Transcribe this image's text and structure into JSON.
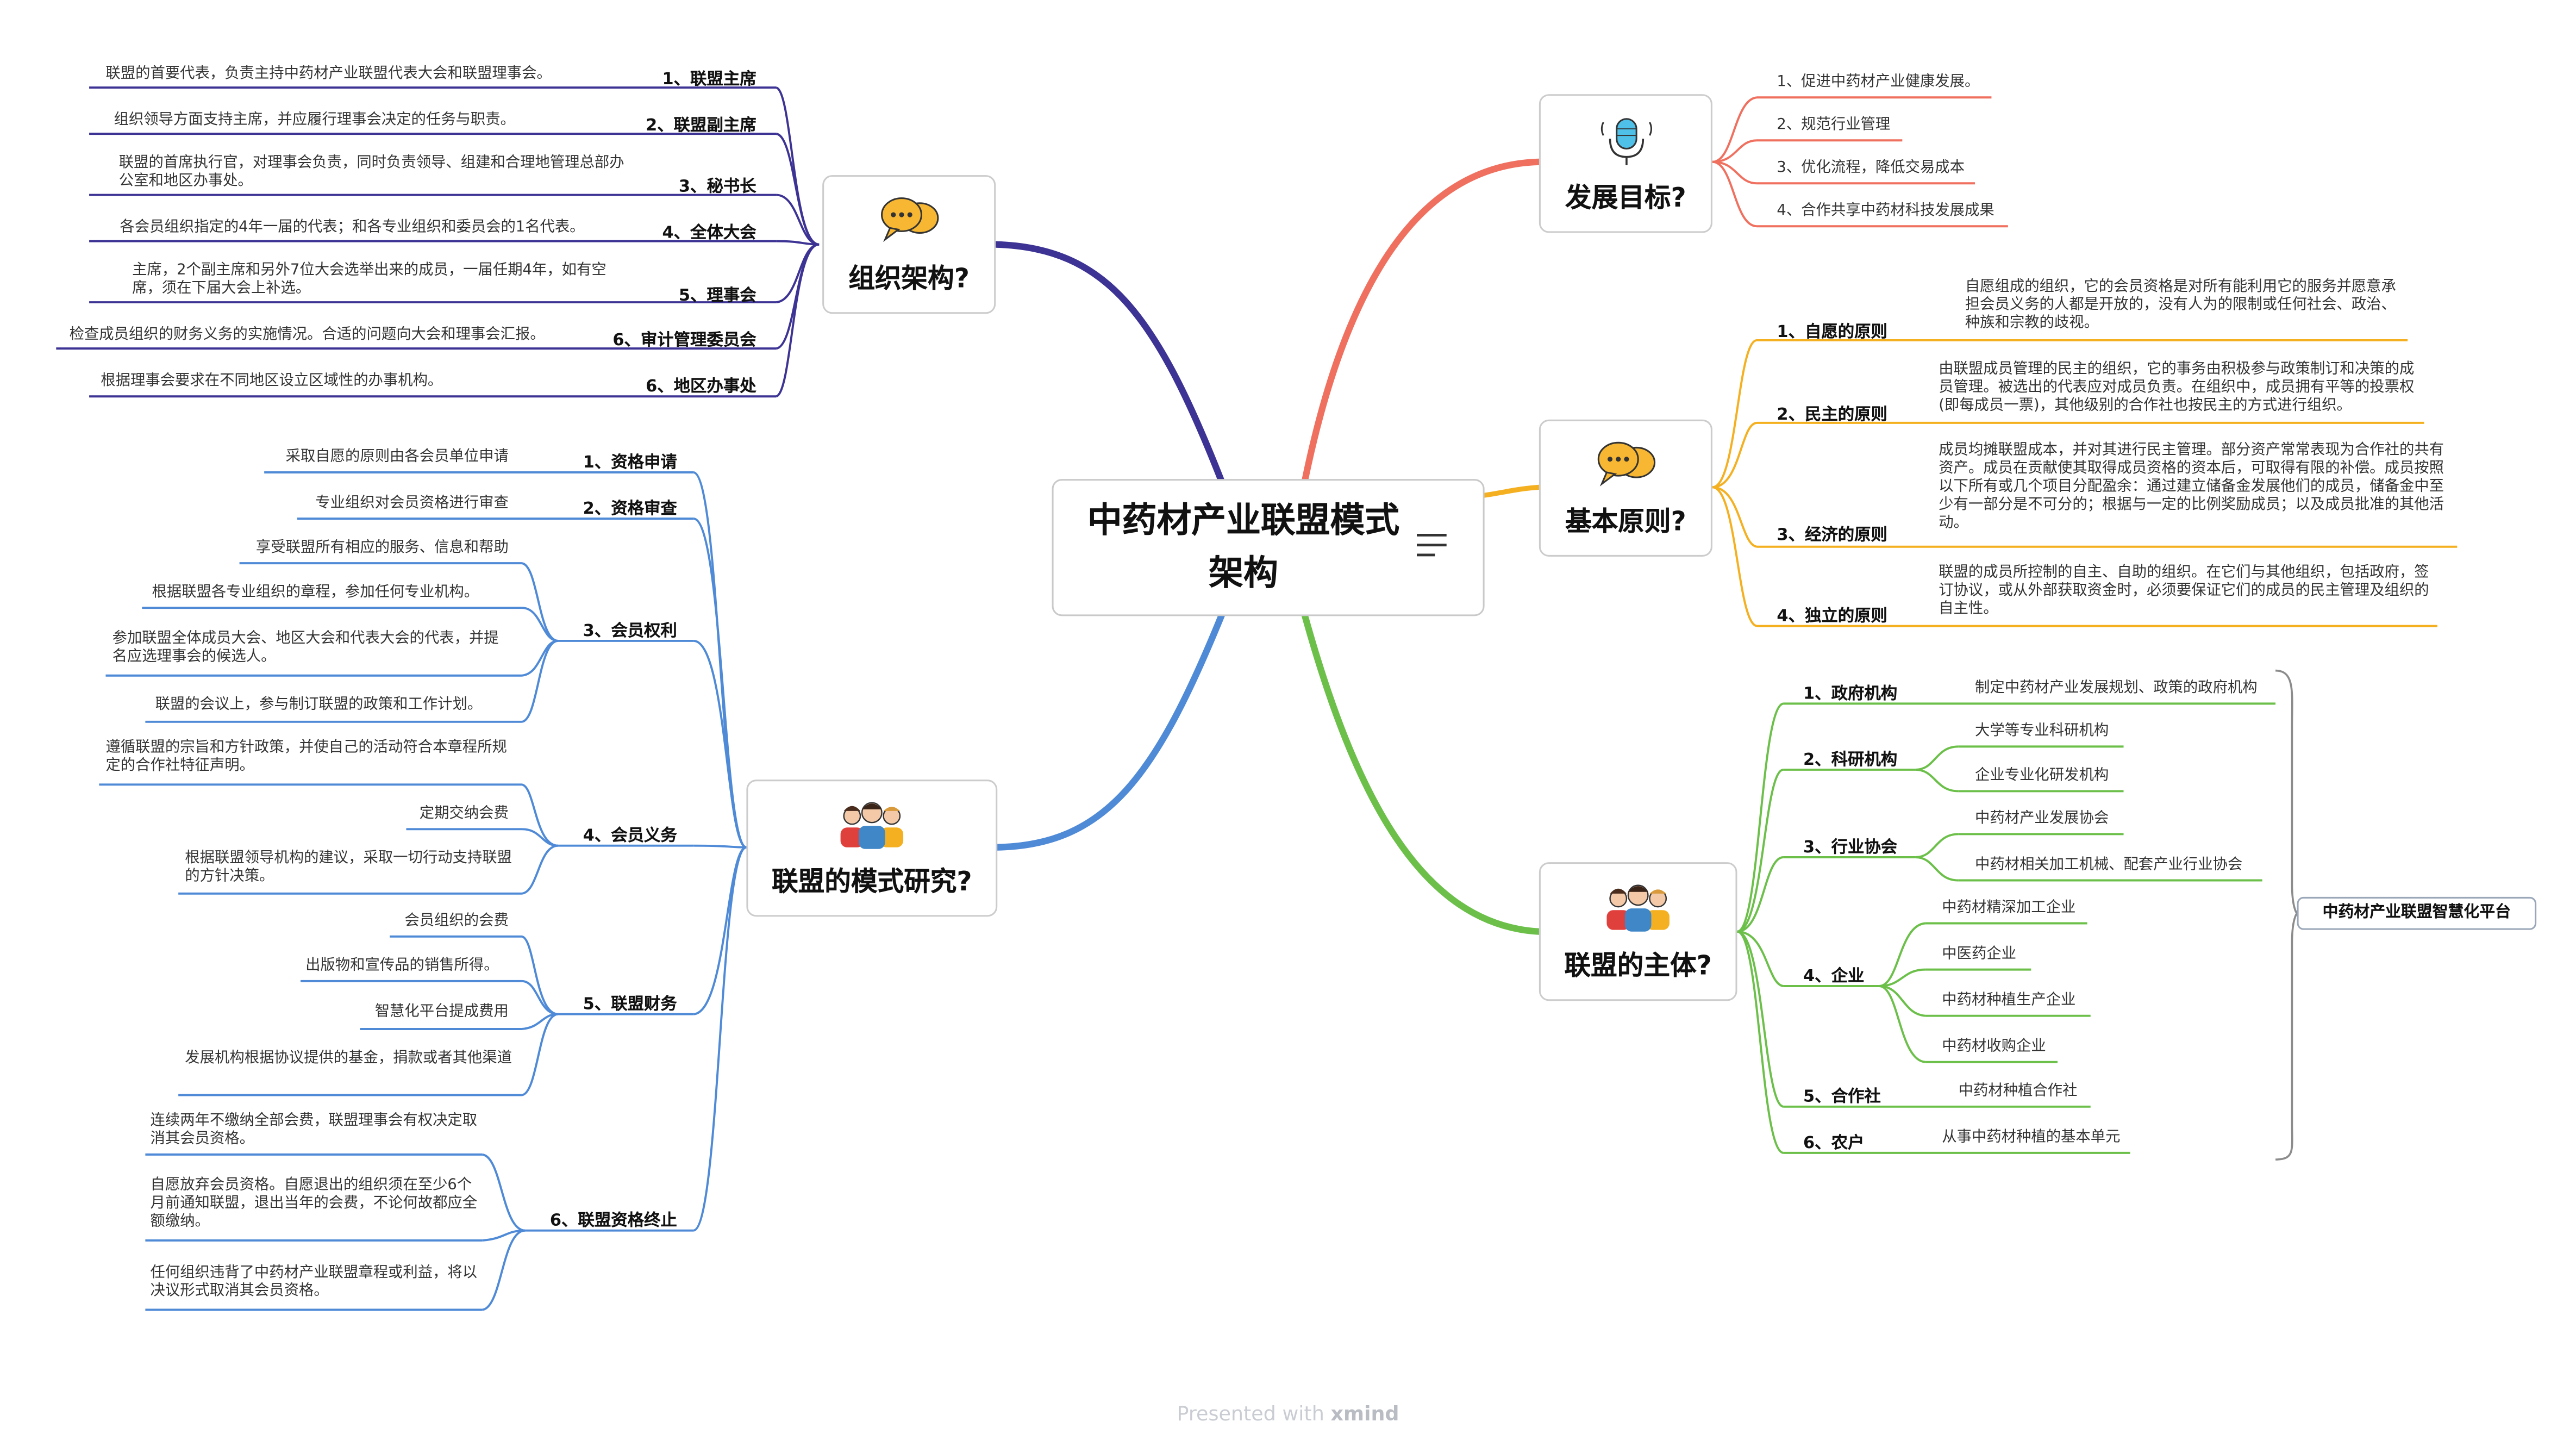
{
  "center": {
    "title": "中药材产业联盟模式架构",
    "notes_icon": "notes-icon"
  },
  "watermark": {
    "prefix": "Presented with",
    "brand": "xmind"
  },
  "colors": {
    "org": "#3c3394",
    "model": "#4f8ad7",
    "goals": "#f0705f",
    "principles": "#f4b020",
    "subject": "#6cc04a"
  },
  "topics": {
    "org": {
      "label": "组织架构?",
      "icon": "chat-bubbles-icon",
      "items": [
        {
          "label": "1、联盟主席",
          "note": "联盟的首要代表，负责主持中药材产业联盟代表大会和联盟理事会。"
        },
        {
          "label": "2、联盟副主席",
          "note": "组织领导方面支持主席，并应履行理事会决定的任务与职责。"
        },
        {
          "label": "3、秘书长",
          "note": "联盟的首席执行官，对理事会负责，同时负责领导、组建和合理地管理总部办公室和地区办事处。"
        },
        {
          "label": "4、全体大会",
          "note": "各会员组织指定的4年一届的代表；和各专业组织和委员会的1名代表。"
        },
        {
          "label": "5、理事会",
          "note": "主席，2个副主席和另外7位大会选举出来的成员，一届任期4年，如有空席，须在下届大会上补选。"
        },
        {
          "label": "6、审计管理委员会",
          "note": "检查成员组织的财务义务的实施情况。合适的问题向大会和理事会汇报。"
        },
        {
          "label": "6、地区办事处",
          "note": "根据理事会要求在不同地区设立区域性的办事机构。"
        }
      ]
    },
    "model": {
      "label": "联盟的模式研究?",
      "icon": "people-group-icon",
      "items": [
        {
          "label": "1、资格申请",
          "notes": [
            "采取自愿的原则由各会员单位申请"
          ]
        },
        {
          "label": "2、资格审查",
          "notes": [
            "专业组织对会员资格进行审查"
          ]
        },
        {
          "label": "3、会员权利",
          "notes": [
            "享受联盟所有相应的服务、信息和帮助",
            "根据联盟各专业组织的章程，参加任何专业机构。",
            "参加联盟全体成员大会、地区大会和代表大会的代表，并提名应选理事会的候选人。",
            "联盟的会议上，参与制订联盟的政策和工作计划。"
          ]
        },
        {
          "label": "4、会员义务",
          "notes": [
            "遵循联盟的宗旨和方针政策，并使自己的活动符合本章程所规定的合作社特征声明。",
            "定期交纳会费",
            "根据联盟领导机构的建议，采取一切行动支持联盟的方针决策。"
          ]
        },
        {
          "label": "5、联盟财务",
          "notes": [
            "会员组织的会费",
            "出版物和宣传品的销售所得。",
            "智慧化平台提成费用",
            "发展机构根据协议提供的基金，捐款或者其他渠道"
          ]
        },
        {
          "label": "6、联盟资格终止",
          "notes": [
            "连续两年不缴纳全部会费，联盟理事会有权决定取消其会员资格。",
            "自愿放弃会员资格。自愿退出的组织须在至少6个月前通知联盟，退出当年的会费，不论何故都应全额缴纳。",
            "任何组织违背了中药材产业联盟章程或利益，将以决议形式取消其会员资格。"
          ]
        }
      ]
    },
    "goals": {
      "label": "发展目标?",
      "icon": "microphone-icon",
      "items": [
        "1、促进中药材产业健康发展。",
        "2、规范行业管理",
        "3、优化流程，降低交易成本",
        "4、合作共享中药材科技发展成果"
      ]
    },
    "principles": {
      "label": "基本原则?",
      "icon": "chat-bubbles-icon",
      "items": [
        {
          "label": "1、自愿的原则",
          "note": "自愿组成的组织，它的会员资格是对所有能利用它的服务并愿意承担会员义务的人都是开放的，没有人为的限制或任何社会、政治、种族和宗教的歧视。"
        },
        {
          "label": "2、民主的原则",
          "note": "由联盟成员管理的民主的组织，它的事务由积极参与政策制订和决策的成员管理。被选出的代表应对成员负责。在组织中，成员拥有平等的投票权(即每成员一票)，其他级别的合作社也按民主的方式进行组织。"
        },
        {
          "label": "3、经济的原则",
          "note": "成员均摊联盟成本，并对其进行民主管理。部分资产常常表现为合作社的共有资产。成员在贡献使其取得成员资格的资本后，可取得有限的补偿。成员按照以下所有或几个项目分配盈余：通过建立储备金发展他们的成员，储备金中至少有一部分是不可分的；根据与一定的比例奖励成员；以及成员批准的其他活动。"
        },
        {
          "label": "4、独立的原则",
          "note": "联盟的成员所控制的自主、自助的组织。在它们与其他组织，包括政府，签订协议，或从外部获取资金时，必须要保证它们的成员的民主管理及组织的自主性。"
        }
      ]
    },
    "subject": {
      "label": "联盟的主体?",
      "icon": "people-group-icon",
      "items": [
        {
          "label": "1、政府机构",
          "notes": [
            "制定中药材产业发展规划、政策的政府机构"
          ]
        },
        {
          "label": "2、科研机构",
          "notes": [
            "大学等专业科研机构",
            "企业专业化研发机构"
          ]
        },
        {
          "label": "3、行业协会",
          "notes": [
            "中药材产业发展协会",
            "中药材相关加工机械、配套产业行业协会"
          ]
        },
        {
          "label": "4、企业",
          "notes": [
            "中药材精深加工企业",
            "中医药企业",
            "中药材种植生产企业",
            "中药材收购企业"
          ]
        },
        {
          "label": "5、合作社",
          "notes": [
            "中药材种植合作社"
          ]
        },
        {
          "label": "6、农户",
          "notes": [
            "从事中药材种植的基本单元"
          ]
        }
      ],
      "summary": "中药材产业联盟智慧化平台"
    }
  }
}
